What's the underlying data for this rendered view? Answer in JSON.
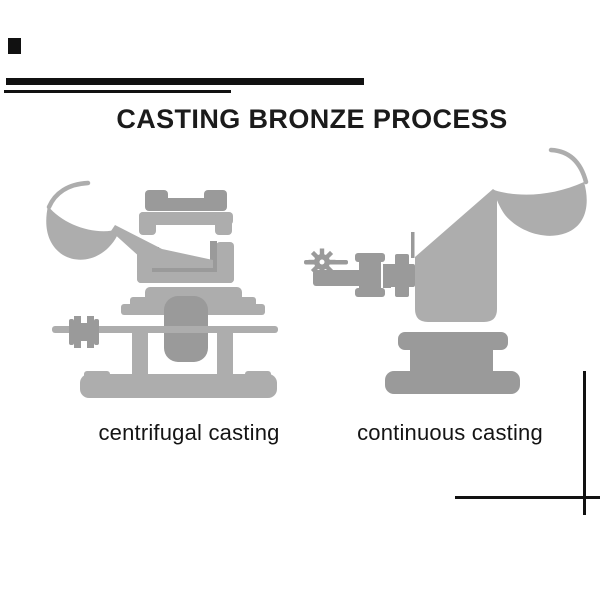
{
  "title": "CASTING BRONZE PROCESS",
  "figures": {
    "left": {
      "caption": "centrifugal casting"
    },
    "right": {
      "caption": "continuous casting"
    }
  },
  "colors": {
    "ink": "#111111",
    "title_text": "#1b1b1b",
    "caption_text": "#141414",
    "machine_light": "#adadad",
    "machine_mid": "#9a9a9a",
    "white": "#ffffff"
  }
}
